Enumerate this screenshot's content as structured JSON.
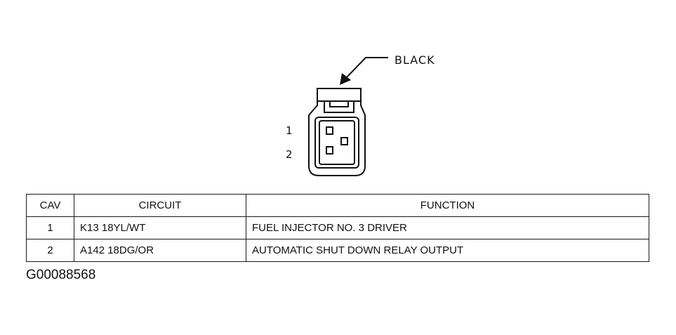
{
  "connector": {
    "color_label": "BLACK",
    "pin_labels": [
      "1",
      "2"
    ]
  },
  "table": {
    "headers": {
      "cav": "CAV",
      "circuit": "CIRCUIT",
      "function": "FUNCTION"
    },
    "rows": [
      {
        "cav": "1",
        "circuit": "K13 18YL/WT",
        "function": "FUEL INJECTOR NO. 3 DRIVER"
      },
      {
        "cav": "2",
        "circuit": "A142 18DG/OR",
        "function": "AUTOMATIC SHUT DOWN RELAY OUTPUT"
      }
    ]
  },
  "figure_id": "G00088568"
}
